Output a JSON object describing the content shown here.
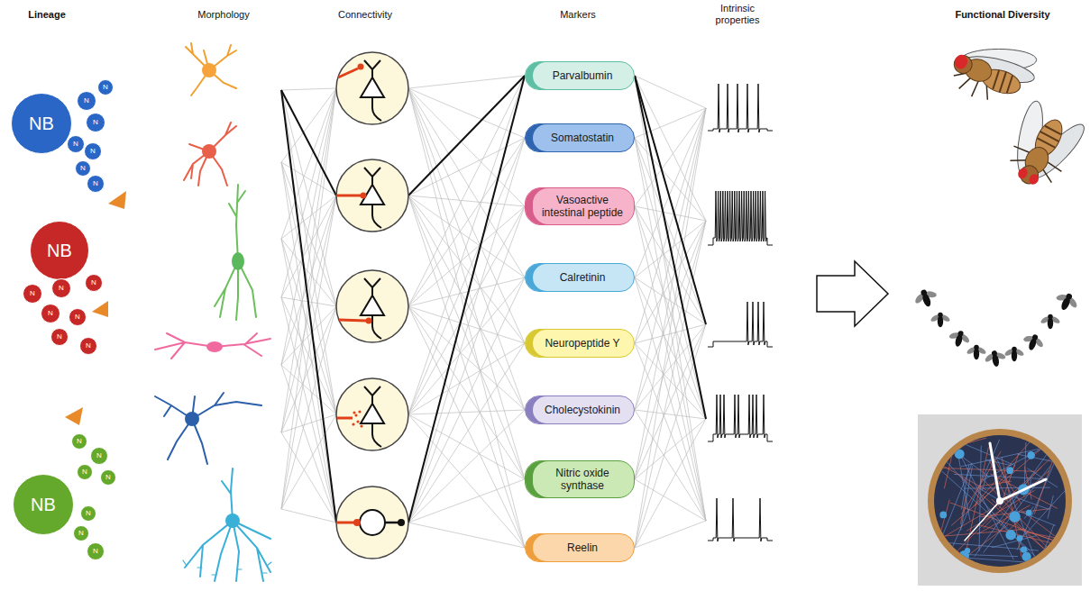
{
  "diagram": {
    "nodes": [
      {
        "text": [
          "NB"
        ]
      },
      {
        "text": [
          "N"
        ]
      },
      {
        "text": [
          "N"
        ]
      },
      {
        "text": [
          "N"
        ]
      },
      {
        "text": [
          "N"
        ]
      },
      {
        "text": [
          "N"
        ]
      },
      {
        "text": [
          "N"
        ]
      },
      {
        "text": [
          "N"
        ]
      },
      {
        "text": [
          "NB"
        ]
      },
      {
        "text": [
          "N"
        ]
      },
      {
        "text": [
          "N"
        ]
      },
      {
        "text": [
          "N"
        ]
      },
      {
        "text": [
          "N"
        ]
      },
      {
        "text": [
          "N"
        ]
      },
      {
        "text": [
          "N"
        ]
      },
      {
        "text": [
          "N"
        ]
      },
      {
        "text": [
          "NB"
        ]
      },
      {
        "text": [
          "N"
        ]
      },
      {
        "text": [
          "N"
        ]
      },
      {
        "text": [
          "N"
        ]
      },
      {
        "text": [
          "N"
        ]
      },
      {
        "text": [
          "N"
        ]
      },
      {
        "text": [
          "N"
        ]
      },
      {
        "text": [
          "N"
        ]
      },
      {
        "text": [
          "Parvalbumin"
        ]
      },
      {
        "text": [
          "Somatostatin"
        ]
      },
      {
        "text": [
          "Vasoactive intestinal peptide"
        ]
      },
      {
        "text": [
          "Calretinin"
        ]
      },
      {
        "text": [
          "Neuropeptide Y"
        ]
      },
      {
        "text": [
          "Cholecystokinin"
        ]
      },
      {
        "text": [
          "Nitric oxide synthase"
        ]
      },
      {
        "text": [
          "Reelin"
        ]
      }
    ],
    "labels": [
      "Lineage",
      "Morphology",
      "Connectivity",
      "Markers",
      "Intrinsic properties",
      "Functional Diversity"
    ]
  }
}
